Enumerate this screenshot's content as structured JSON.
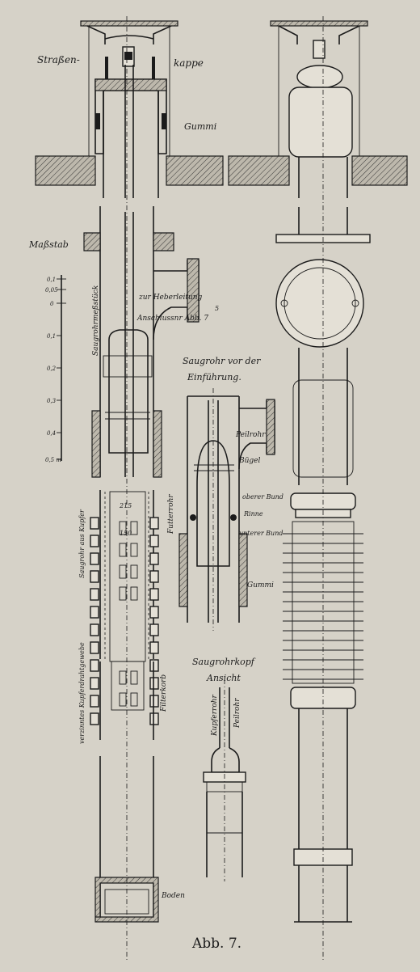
{
  "caption": "Abb. 7.",
  "labels": {
    "strassen": "Straßen-",
    "kappe": "kappe",
    "gummi_top": "Gummi",
    "massstab": "Maßstab",
    "saugrohrmessstueck": "Saugrohrmeßstück",
    "zur_hebeleitung": "zur Heberleitung",
    "anschlussnr": "Anschlussnr Abb. 7",
    "saugrohr_vor_der": "Saugrohr vor der",
    "einfuehrung": "Einführung.",
    "peilrohr_top": "Peilrohr",
    "buegel": "Bügel",
    "oberer_bund": "oberer Bund",
    "rinne": "Rinne",
    "unterer_bund": "unterer Bund",
    "gummi_mid": "Gummi",
    "saugrohr_aus_kupfer": "Saugrohr aus Kupfer",
    "futterrohr": "Futterrohr",
    "gewebe": "verzinntes Kupferdrahtgewebe",
    "filterkorb": "Filterkorb",
    "dim_1": "215",
    "dim_2": "150",
    "saugrohrkopf": "Saugrohrkopf",
    "ansicht": "Ansicht",
    "kupferrohr": "Kupferrohr",
    "peilrohr_bottom": "Peilrohr",
    "boden": "Boden",
    "dim_5": "5",
    "scale_ticks": [
      "0,1",
      "0,05",
      "0",
      "0,1",
      "0,2",
      "0,3",
      "0,4",
      "0,5 m"
    ]
  }
}
